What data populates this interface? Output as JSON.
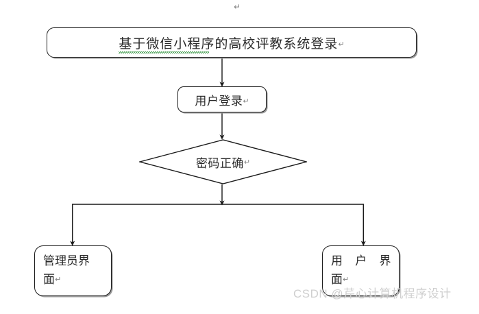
{
  "document": {
    "top_return_mark": "↵",
    "return_mark": "↵"
  },
  "diagram": {
    "type": "flowchart",
    "title_node": {
      "label": "基于微信小程序的高校评教系统登录",
      "return_mark": "↵",
      "shape": "rounded-rect",
      "spellcheck_underline": true,
      "spellcheck_color": "#1f8b2c"
    },
    "login_node": {
      "label": "用户登录",
      "return_mark": "↵",
      "shape": "rounded-rect"
    },
    "decision_node": {
      "label": "密码正确",
      "return_mark": "↵",
      "shape": "diamond"
    },
    "admin_node": {
      "line1": "管理员界",
      "line2": "面",
      "return_mark": "↵",
      "shape": "rounded-rect"
    },
    "user_node": {
      "line1": "用 户 界",
      "line2": "面",
      "return_mark": "↵",
      "shape": "rounded-rect"
    },
    "colors": {
      "stroke": "#1a1a1a",
      "shadow": "#9a9a9a",
      "text": "#2a2a2a",
      "background": "#ffffff"
    }
  },
  "watermark": {
    "text": "CSDN @芹心计算机程序设计",
    "color": "#cfcfcf"
  }
}
